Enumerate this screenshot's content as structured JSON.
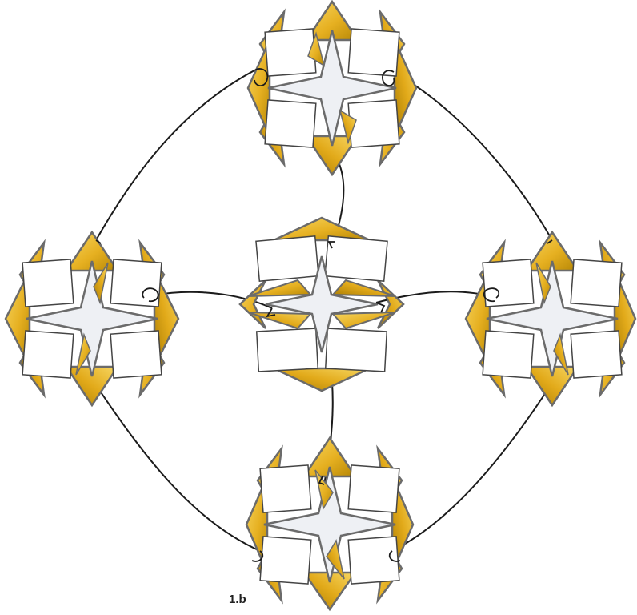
{
  "figure": {
    "label": "1.b"
  },
  "colors": {
    "background": "#ffffff",
    "flap_fill": "#e6b021",
    "flap_fill_dark": "#b58605",
    "flap_highlight": "#f7d763",
    "star_fill": "#eef0f4",
    "panel_fill": "#ffffff",
    "outline": "#6b6b6b",
    "connector": "#1b1b1b"
  },
  "modules": [
    {
      "id": "top",
      "variant": "standard"
    },
    {
      "id": "left",
      "variant": "standard"
    },
    {
      "id": "center",
      "variant": "horizontal-folded"
    },
    {
      "id": "right",
      "variant": "standard"
    },
    {
      "id": "bottom",
      "variant": "standard"
    }
  ],
  "connections": [
    {
      "from": "top",
      "to": "left"
    },
    {
      "from": "top",
      "to": "right"
    },
    {
      "from": "top",
      "to": "center"
    },
    {
      "from": "left",
      "to": "center"
    },
    {
      "from": "right",
      "to": "center"
    },
    {
      "from": "center",
      "to": "bottom"
    },
    {
      "from": "left",
      "to": "bottom"
    },
    {
      "from": "right",
      "to": "bottom"
    }
  ]
}
